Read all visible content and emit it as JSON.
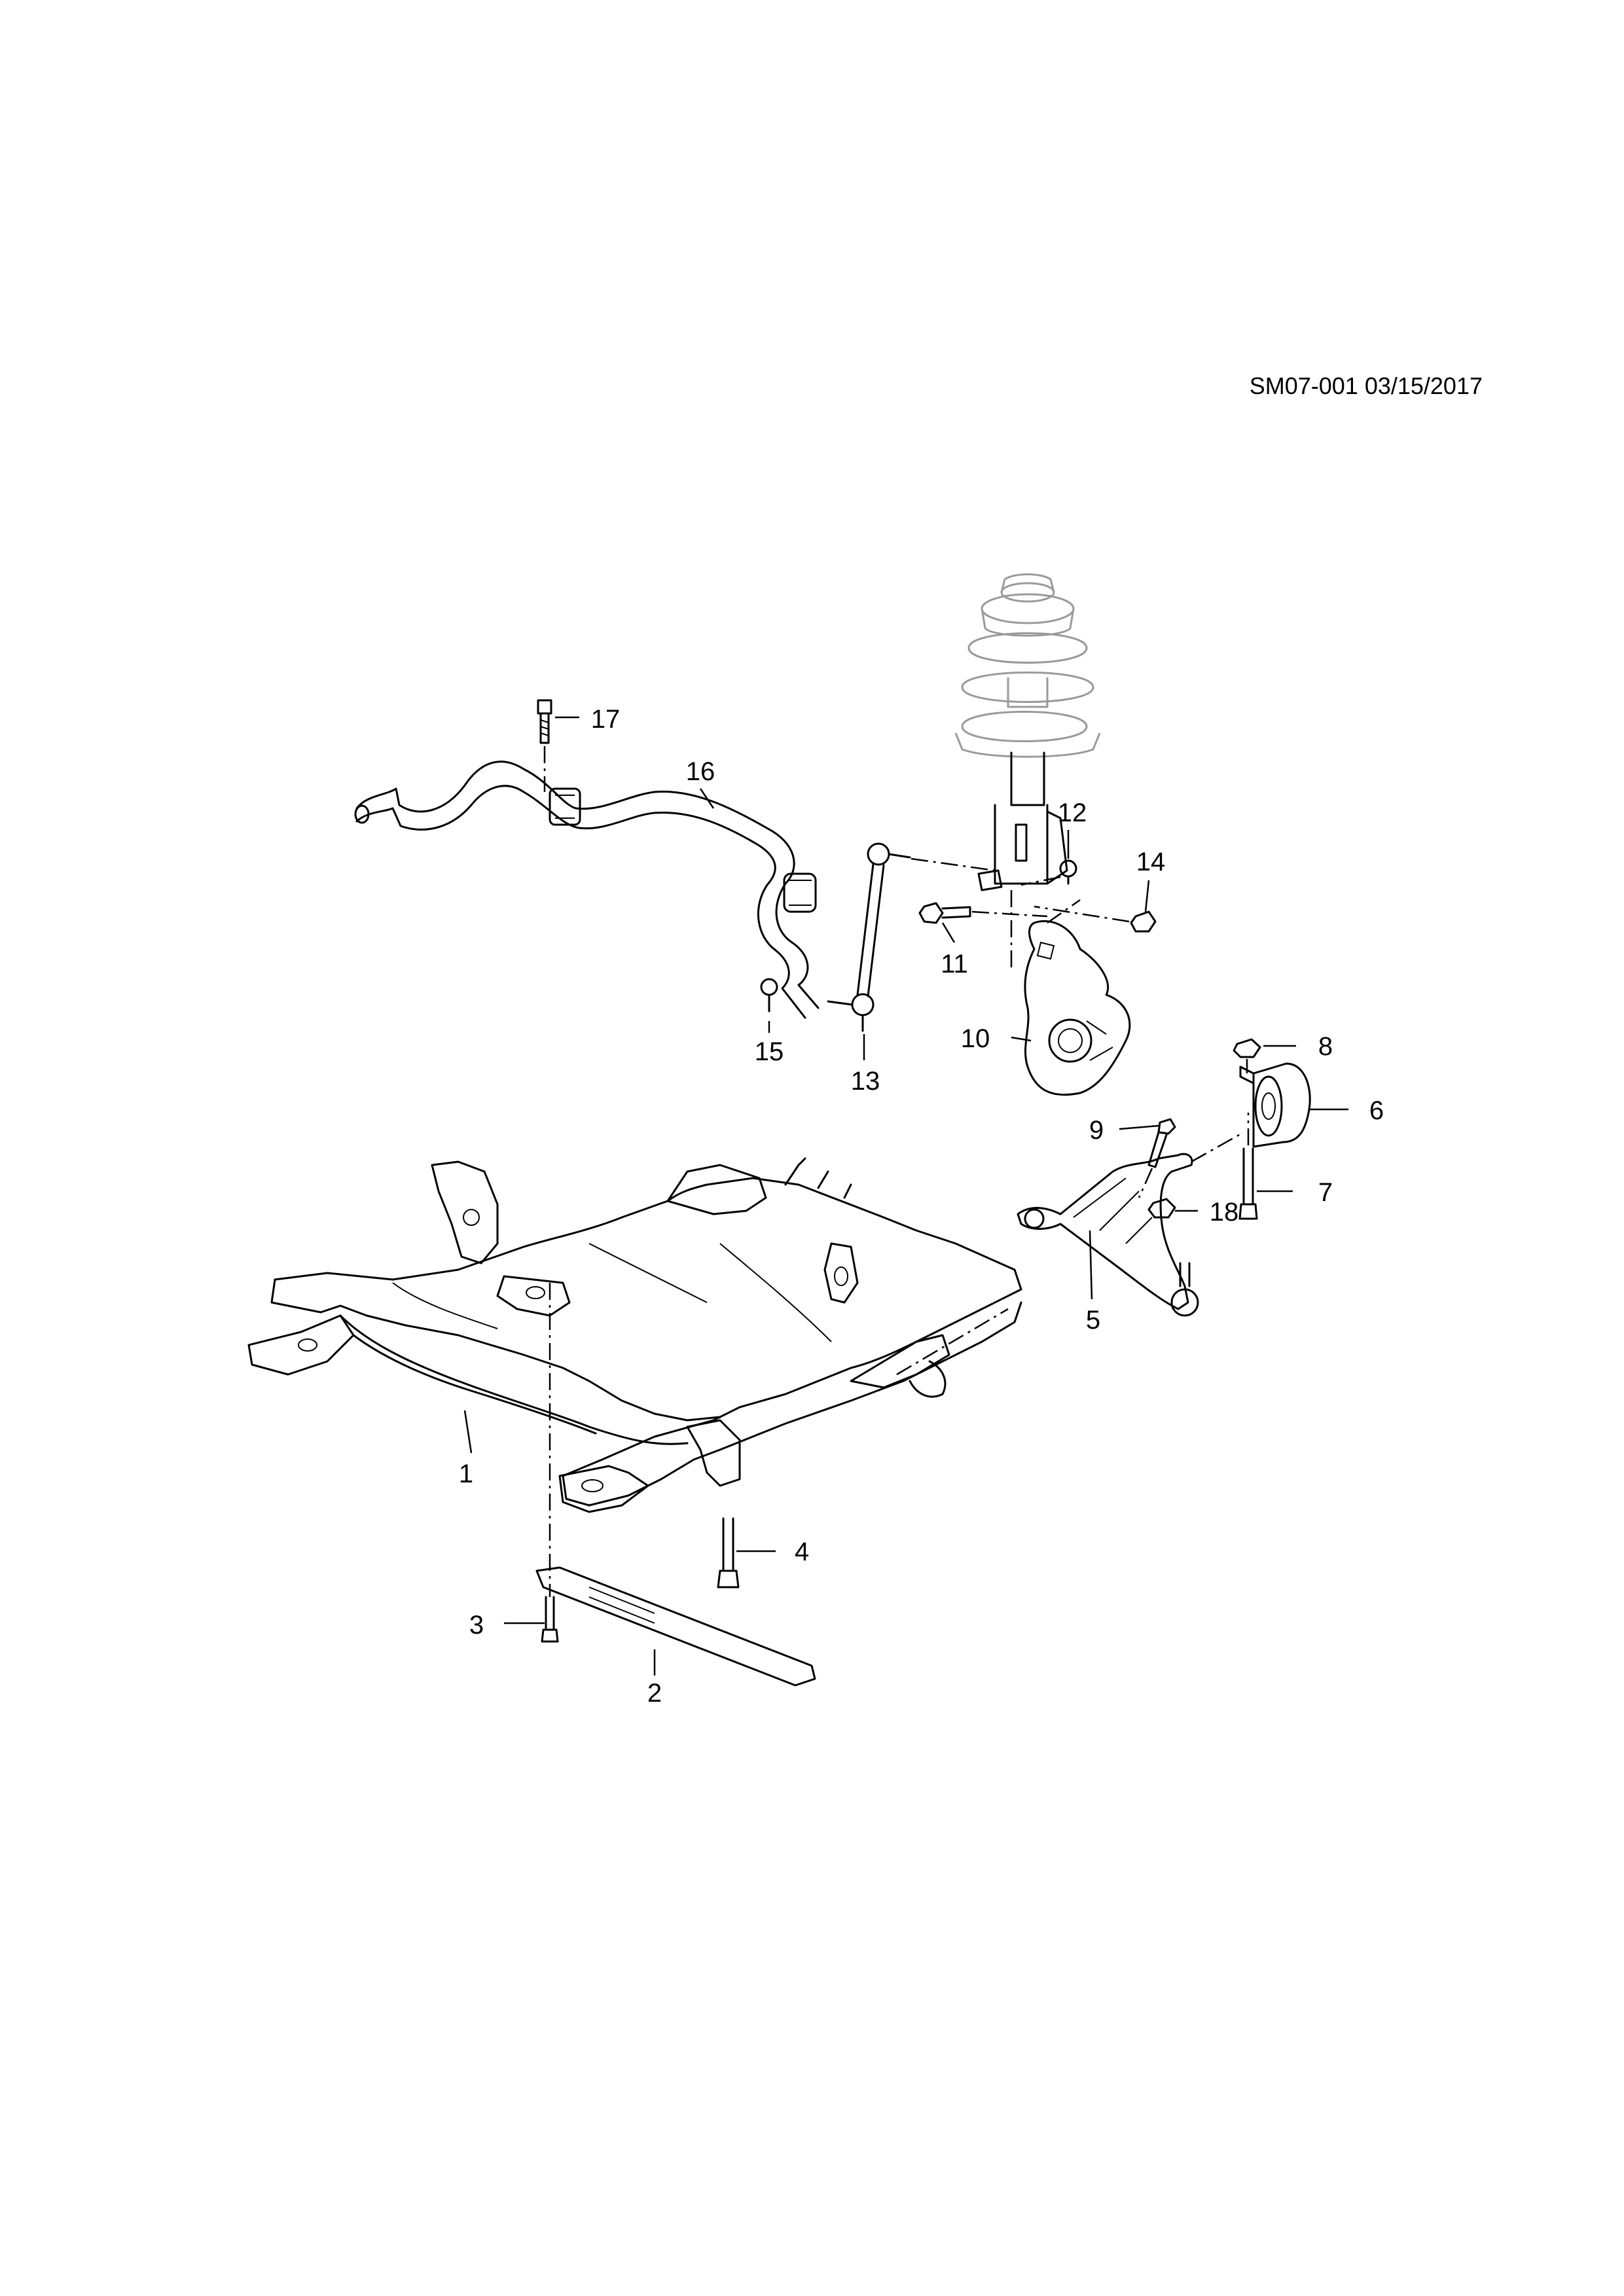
{
  "document": {
    "code": "SM07-001 03/15/2017"
  },
  "callouts": [
    "1",
    "2",
    "3",
    "4",
    "5",
    "6",
    "7",
    "8",
    "9",
    "10",
    "11",
    "12",
    "13",
    "14",
    "15",
    "16",
    "17",
    "18"
  ]
}
